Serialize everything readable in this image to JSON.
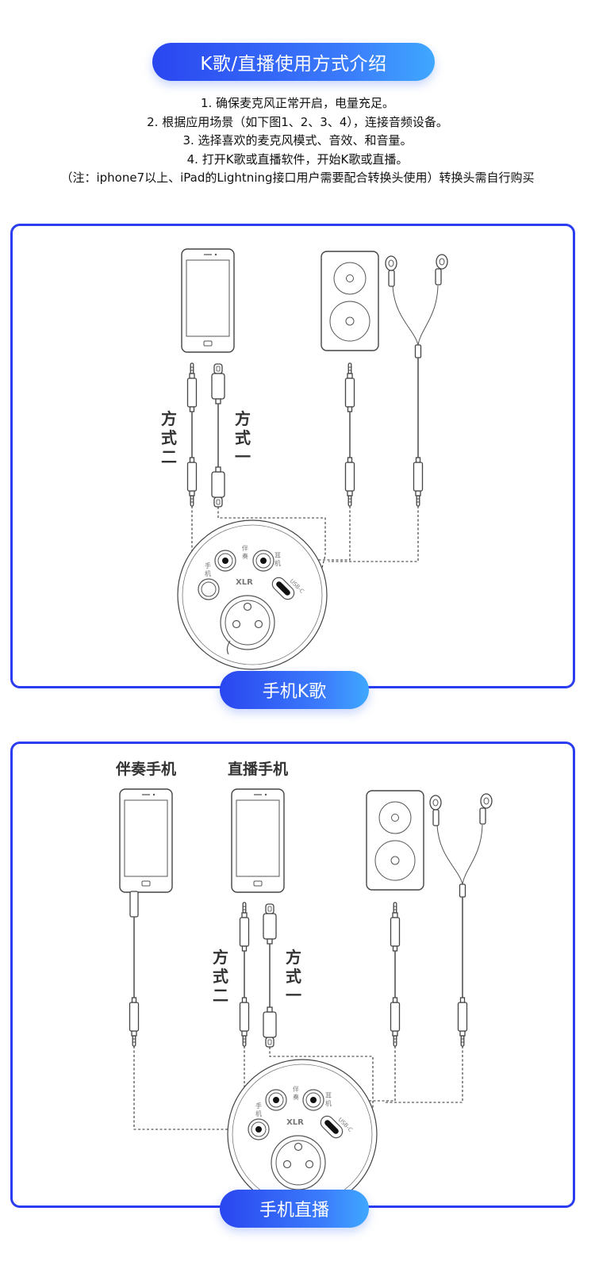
{
  "header": {
    "title": "K歌/直播使用方式介绍"
  },
  "instructions": [
    "1. 确保麦克风正常开启，电量充足。",
    "2. 根据应用场景（如下图1、2、3、4），连接音频设备。",
    "3. 选择喜欢的麦克风模式、音效、和音量。",
    "4. 打开K歌或直播软件，开始K歌或直播。",
    "（注：iphone7以上、iPad的Lightning接口用户需要配合转换头使用）转换头需自行购买"
  ],
  "karaoke": {
    "label": "手机K歌",
    "mode_two": "方式二",
    "mode_one": "方式一"
  },
  "live": {
    "label": "手机直播",
    "accompany_phone": "伴奏手机",
    "live_phone": "直播手机",
    "mode_two": "方式二",
    "mode_one": "方式一"
  },
  "mic": {
    "port_phone": "手机",
    "port_accompany": "伴奏",
    "port_earphone": "耳机",
    "port_usbc": "USB-C",
    "xlr": "XLR"
  }
}
